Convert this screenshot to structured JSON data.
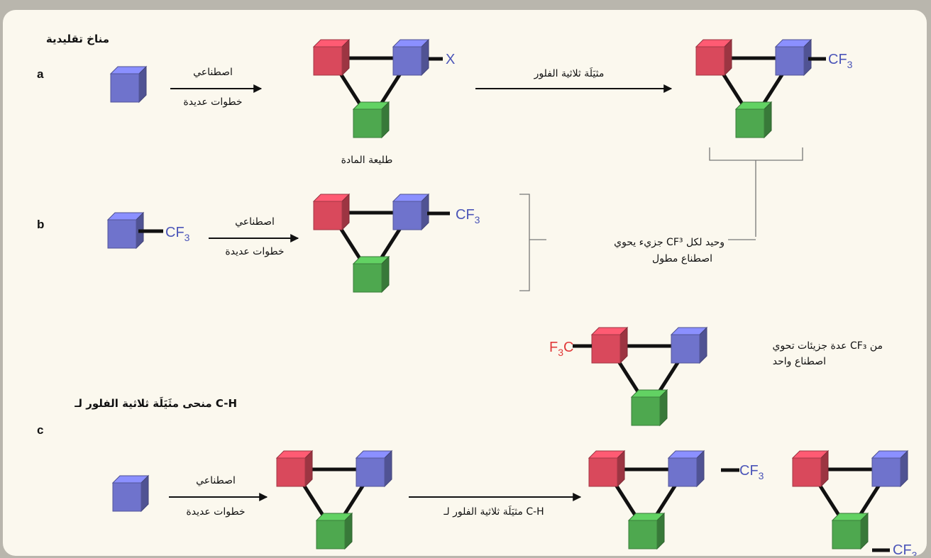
{
  "sections": {
    "traditional": "مناخ تقليدية",
    "ch_approach": "منحى مثَيَلَة ثلاثية الفلور لـ C-H"
  },
  "row_labels": {
    "a": "a",
    "b": "b",
    "c": "c"
  },
  "arrows": {
    "synthetic": "اصطناعي",
    "many_steps": "خطوات عديدة",
    "trifluoromethylation": "مثيَلَة ثلاثية الفلور",
    "ch_trifluoromethylation": "مثيَلَة ثلاثية الفلور لـ C-H"
  },
  "notes": {
    "precursor": "طليعة المادة",
    "single_line1": "جزيء يحوي CF³ وحيد لكل",
    "single_line2": "اصطناع مطول",
    "multi_line1": "عدة جزيئات تحوي CF₃ من",
    "multi_line2": "اصطناع واحد"
  },
  "chem": {
    "x": "X",
    "cf3_base": "CF",
    "cf3_sub": "3",
    "f3c_f": "F",
    "f3c_sub": "3",
    "f3c_c": "C"
  },
  "colors": {
    "red": "#d9495c",
    "blue": "#6f73cc",
    "green": "#4ea84f",
    "cf3_blue": "#4b55b8",
    "f3c_red": "#e03a3a",
    "panel": "#fbf8ee",
    "background": "#b9b6ad"
  }
}
